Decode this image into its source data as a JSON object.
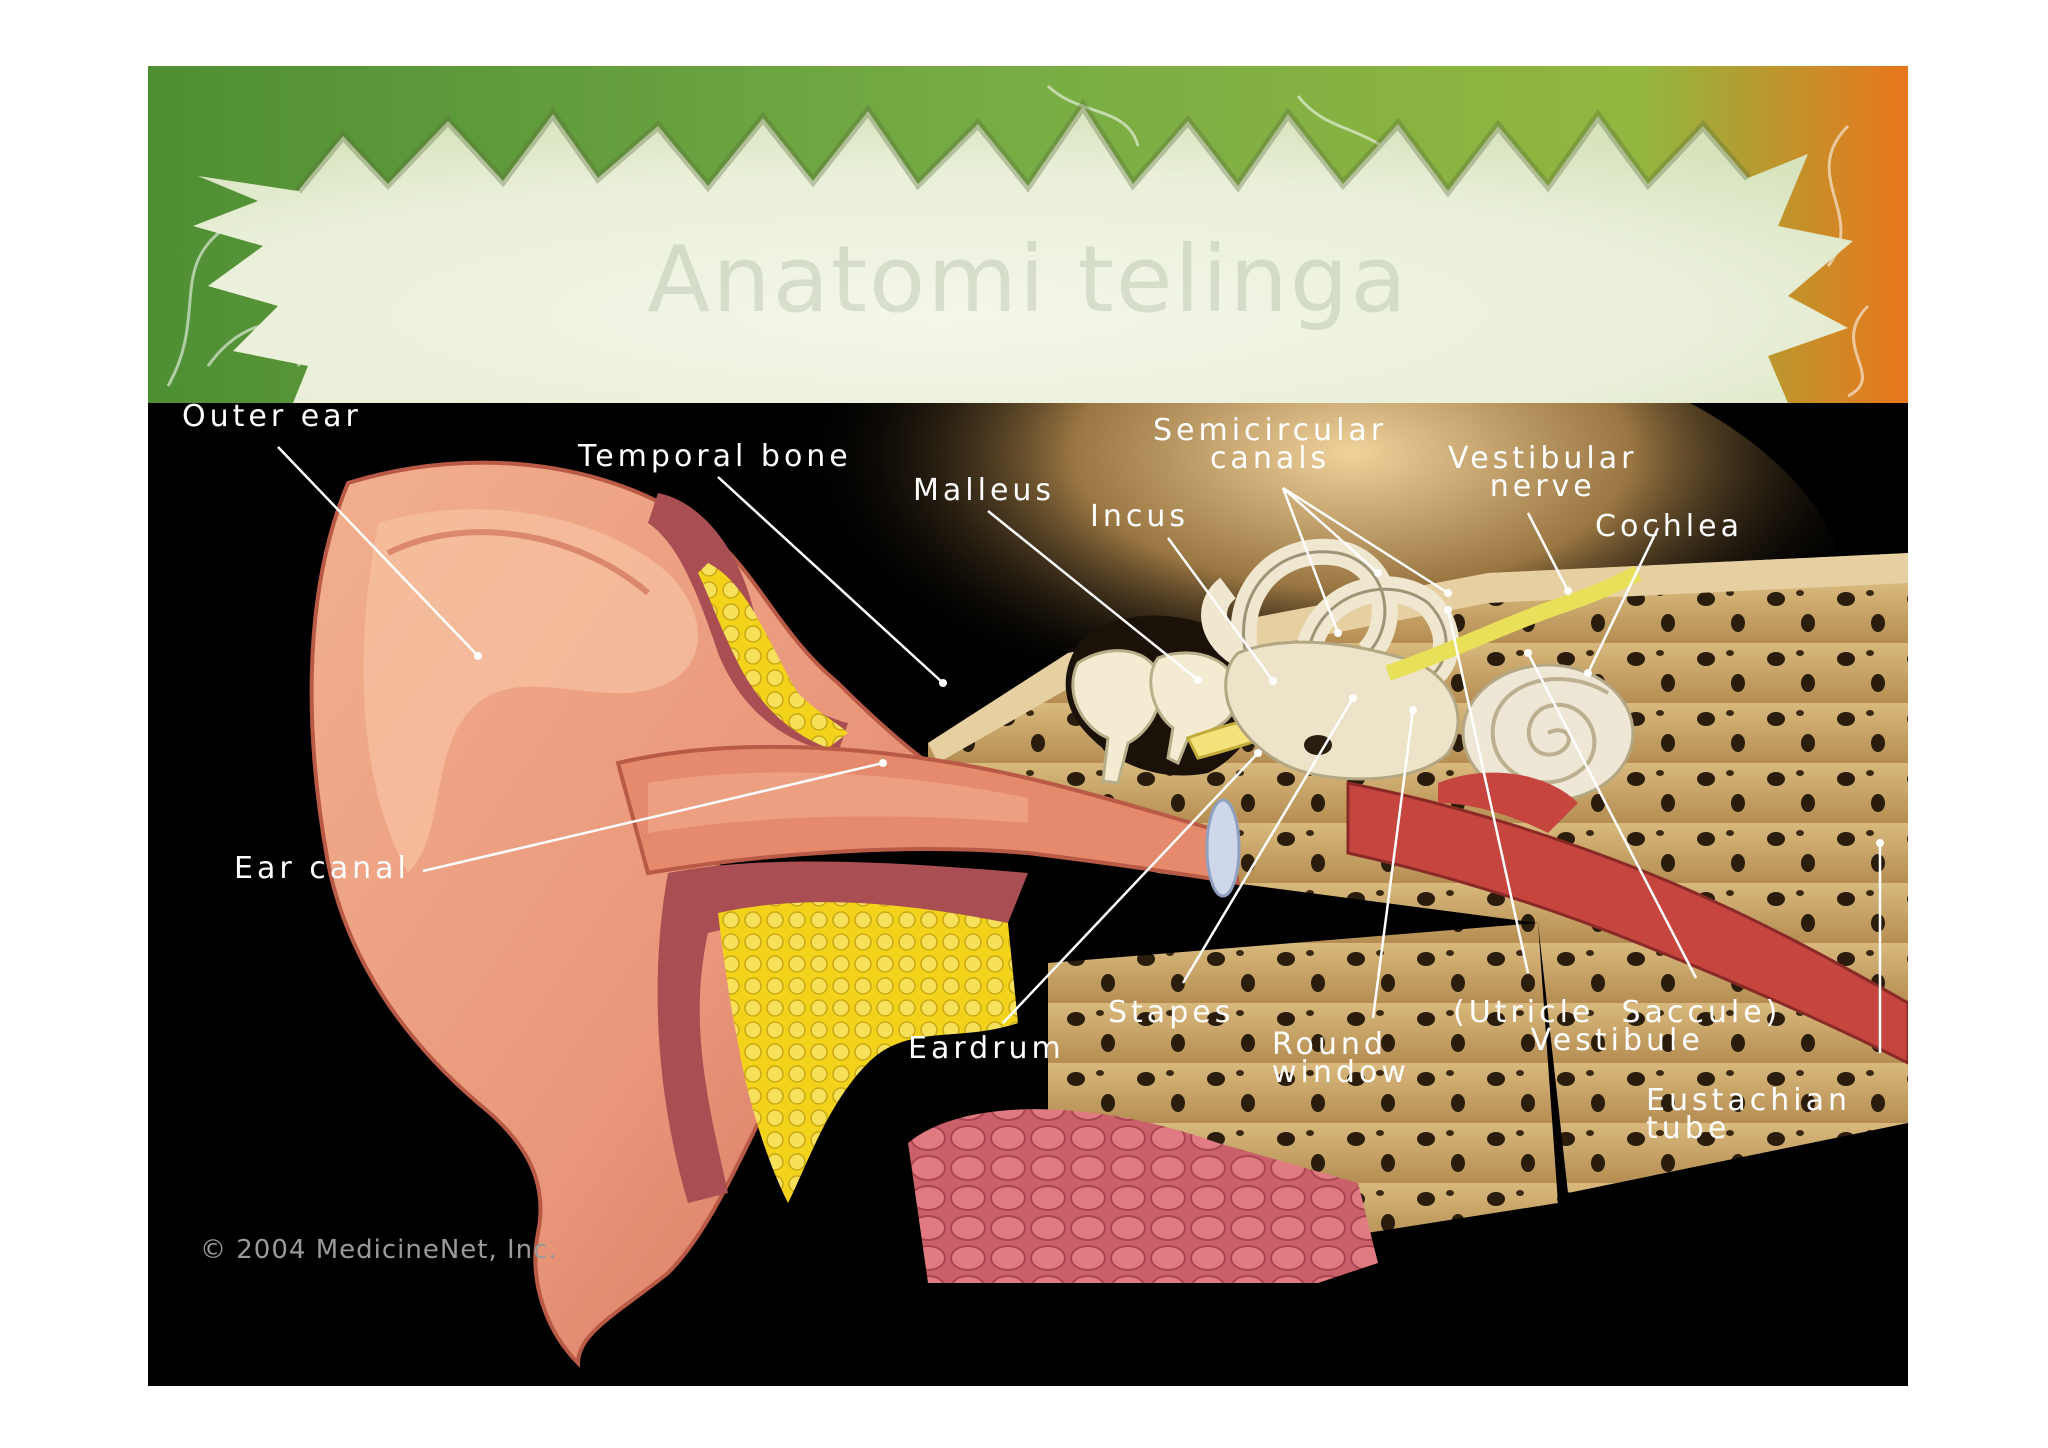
{
  "slide": {
    "faded_title": "Anatomi telinga",
    "copyright": "© 2004 MedicineNet, Inc."
  },
  "labels": {
    "outer_ear": "Outer ear",
    "temporal_bone": "Temporal bone",
    "malleus": "Malleus",
    "incus": "Incus",
    "semicircular_canals": "Semicircular\ncanals",
    "vestibular_nerve": "Vestibular\nnerve",
    "cochlea": "Cochlea",
    "ear_canal": "Ear canal",
    "eardrum": "Eardrum",
    "stapes": "Stapes",
    "round_window": "Round\nwindow",
    "vestibule": "(Utricle  Saccule)\nVestibule",
    "eustachian_tube": "Eustachian\ntube"
  },
  "colors": {
    "header_green": "#5f9a3a",
    "header_orange": "#e87a1e",
    "background": "#000000",
    "skin": "#e9967a",
    "bone": "#c9a46a",
    "fat": "#f2d21b"
  }
}
